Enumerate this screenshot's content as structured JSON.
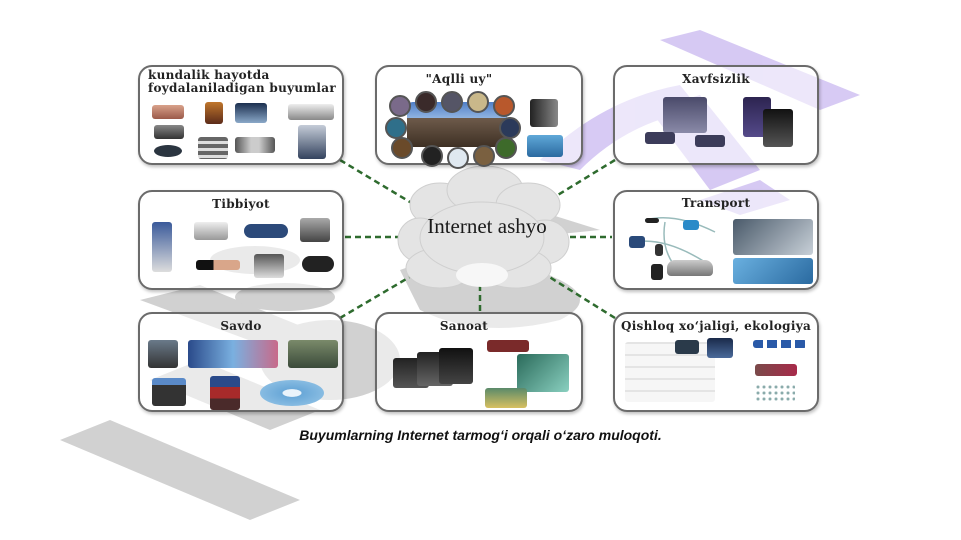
{
  "diagram": {
    "center": {
      "label": "Internet ashyo",
      "icon": "cloud-icon"
    },
    "nodes": [
      {
        "id": "daily",
        "title": "kundalik hayotda foydalaniladigan buyumlar",
        "title_line1": "kundalik hayotda",
        "title_line2": "foydalaniladigan buyumlar",
        "position": "top-left",
        "icons": [
          "printer-icon",
          "book-icon",
          "tv-icon",
          "router-icon",
          "scanner-icon",
          "media-player-icon",
          "smartwatch-icon",
          "person-icon"
        ]
      },
      {
        "id": "smart-home",
        "title": "\"Aqlli uy\"",
        "position": "top-center",
        "icons": [
          "house-icon",
          "appliance-circle-icons",
          "fridge-icon",
          "control-panel-icon"
        ]
      },
      {
        "id": "security",
        "title": "Xavfsizlik",
        "position": "top-right",
        "icons": [
          "surveillance-monitor-icon",
          "cctv-camera-icon",
          "tablet-icon"
        ]
      },
      {
        "id": "medicine",
        "title": "Tibbiyot",
        "position": "middle-left",
        "icons": [
          "medical-stand-icon",
          "monitor-device-icon",
          "wristband-icon",
          "tablet-icon",
          "pulse-meter-icon",
          "blood-pressure-icon",
          "oximeter-icon"
        ]
      },
      {
        "id": "transport",
        "title": "Transport",
        "position": "middle-right",
        "icons": [
          "car-icon",
          "network-icon",
          "road-icon",
          "map-icon"
        ]
      },
      {
        "id": "trade",
        "title": "Savdo",
        "position": "bottom-left",
        "icons": [
          "kiosk-icon",
          "shop-display-icon",
          "people-icon",
          "products-icon",
          "disc-icon"
        ]
      },
      {
        "id": "industry",
        "title": "Sanoat",
        "position": "bottom-center",
        "icons": [
          "industrial-panel-icon",
          "factory-equipment-icon"
        ]
      },
      {
        "id": "agriculture",
        "title": "Qishloq xo‘jaligi, ekologiya",
        "position": "bottom-right",
        "icons": [
          "sensor-network-icon",
          "computer-icon",
          "tractor-icon",
          "animal-icon"
        ]
      }
    ],
    "connector_color": "#2e6b2e",
    "caption": "Buyumlarning Internet tarmog‘i orqali o‘zaro muloqoti."
  },
  "watermark": {
    "gray": "#c8c8c8",
    "lavender": "#c9b8f0"
  }
}
